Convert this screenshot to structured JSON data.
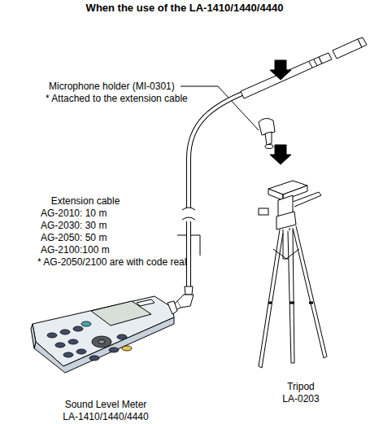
{
  "diagram": {
    "title": "When the use of the LA-1410/1440/4440",
    "labels": [
      "Microphone holder (MI-0301)",
      "* Attached to the extension cable",
      "Extension cable",
      "AG-2010: 10 m",
      "AG-2030: 30 m",
      "AG-2050: 50 m",
      "AG-2100:100 m",
      "* AG-2050/2100 are with code real",
      "Sound Level Meter",
      "LA-1410/1440/4440",
      "Tripod",
      "LA-0203"
    ]
  }
}
